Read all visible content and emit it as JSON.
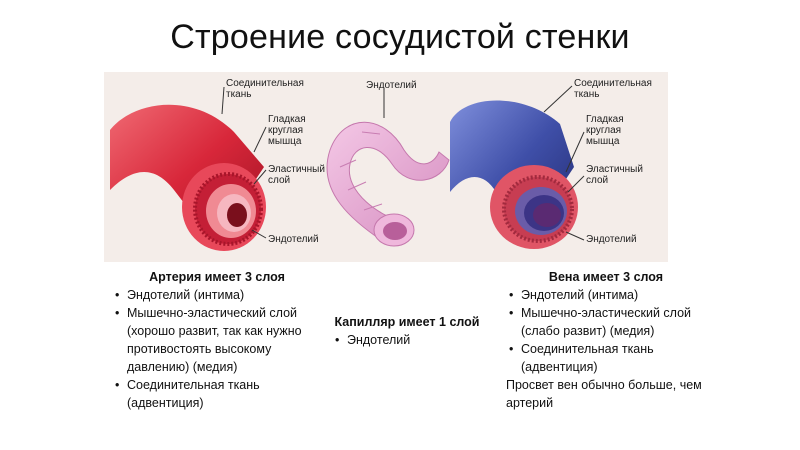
{
  "title": "Строение сосудистой стенки",
  "figure": {
    "artery_labels": {
      "connective": "Соединительная\nткань",
      "smooth_muscle": "Гладкая\nкруглая\nмышца",
      "elastic": "Эластичный\nслой",
      "endothelium": "Эндотелий"
    },
    "capillary_labels": {
      "endothelium": "Эндотелий"
    },
    "vein_labels": {
      "connective": "Соединительная\nткань",
      "smooth_muscle": "Гладкая\nкруглая\nмышца",
      "elastic": "Эластичный\nслой",
      "endothelium": "Эндотелий"
    },
    "colors": {
      "artery": "#d8273a",
      "capillary": "#e7a6d1",
      "vein": "#3f4fa8",
      "background": "#f4ede9"
    }
  },
  "artery": {
    "heading": "Артерия имеет 3 слоя",
    "items": [
      "Эндотелий (интима)",
      "Мышечно-эластический слой (хорошо развит, так как нужно противостоять высокому давлению) (медия)",
      "Соединительная ткань (адвентиция)"
    ]
  },
  "capillary": {
    "heading": "Капилляр имеет 1 слой",
    "items": [
      "Эндотелий"
    ]
  },
  "vein": {
    "heading": "Вена имеет 3 слоя",
    "items": [
      "Эндотелий (интима)",
      "Мышечно-эластический слой (слабо развит) (медия)",
      "Соединительная ткань (адвентиция)"
    ],
    "note": "Просвет вен обычно больше, чем артерий"
  }
}
